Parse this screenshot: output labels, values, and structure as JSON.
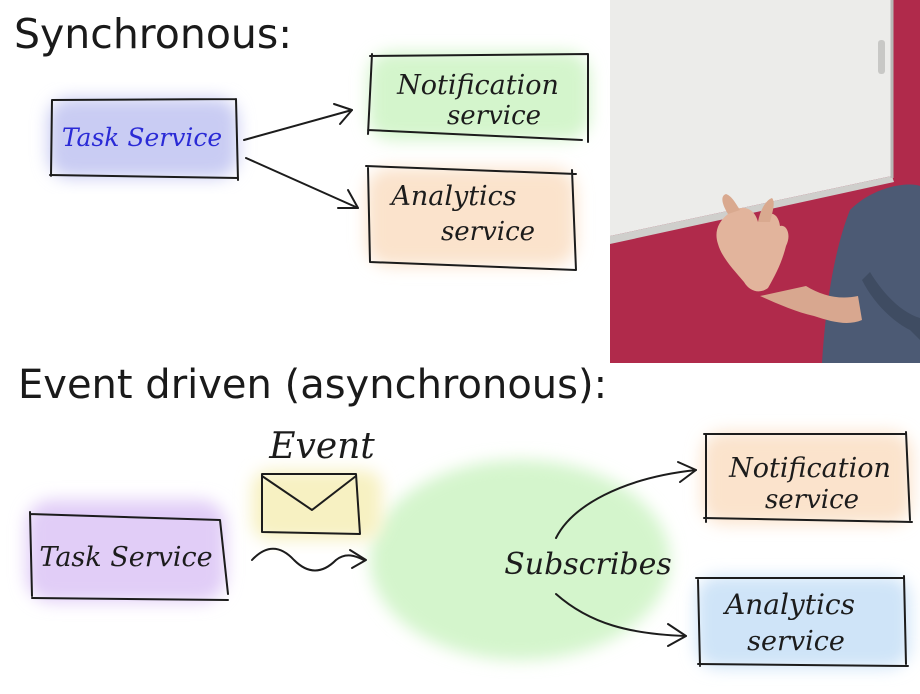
{
  "headings": {
    "synchronous": "Synchronous:",
    "event_driven": "Event driven (asynchronous):"
  },
  "sync_diagram": {
    "source": "Task Service",
    "targets": [
      {
        "line1": "Notification",
        "line2": "service"
      },
      {
        "line1": "Analytics",
        "line2": "service"
      }
    ]
  },
  "async_diagram": {
    "source": "Task Service",
    "event_label": "Event",
    "bus_label": "Subscribes",
    "targets": [
      {
        "line1": "Notification",
        "line2": "service"
      },
      {
        "line1": "Analytics",
        "line2": "service"
      }
    ]
  },
  "colors": {
    "blue_highlight": "#c9ccf3",
    "green_highlight": "#d4f5cc",
    "orange_highlight": "#fbe3cc",
    "purple_highlight": "#e1cdf7",
    "yellow_highlight": "#f7f1c2",
    "light_blue_highlight": "#cfe4f8",
    "ink_blue": "#2a2ad6",
    "ink_black": "#1c1c1c",
    "wall_magenta": "#b02a4b",
    "whiteboard": "#ececea"
  },
  "icons": {
    "envelope": "envelope-icon",
    "arrow": "arrow-icon",
    "wavy_arrow": "wavy-arrow-icon"
  }
}
